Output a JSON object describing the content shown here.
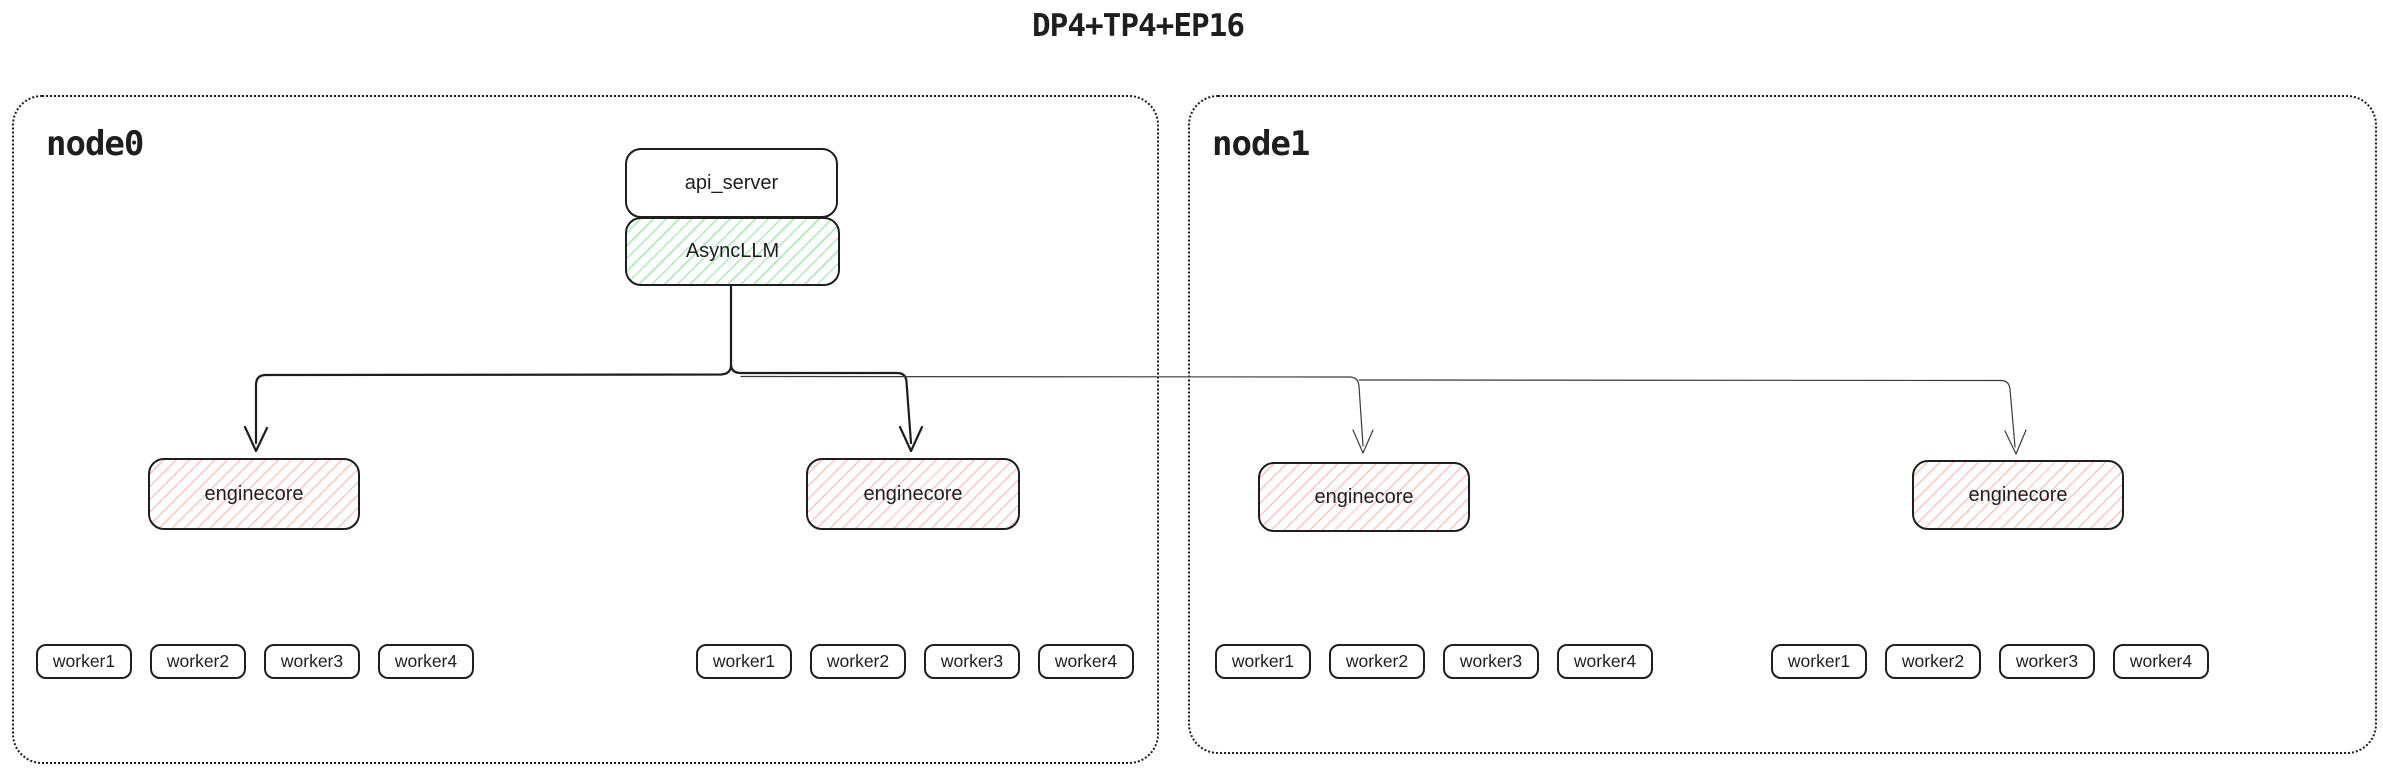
{
  "title": "DP4+TP4+EP16",
  "colors": {
    "ink": "#1e1e1e",
    "green_hatch": "#69db7c",
    "red_hatch": "#ff7a7a"
  },
  "nodes": {
    "node0": {
      "label": "node0"
    },
    "node1": {
      "label": "node1"
    }
  },
  "blocks": {
    "api_server": {
      "label": "api_server"
    },
    "async_llm": {
      "label": "AsyncLLM"
    }
  },
  "enginecores": [
    {
      "label": "enginecore",
      "node": "node0"
    },
    {
      "label": "enginecore",
      "node": "node0"
    },
    {
      "label": "enginecore",
      "node": "node1"
    },
    {
      "label": "enginecore",
      "node": "node1"
    }
  ],
  "worker_groups": [
    {
      "node": "node0",
      "items": [
        "worker1",
        "worker2",
        "worker3",
        "worker4"
      ]
    },
    {
      "node": "node0",
      "items": [
        "worker1",
        "worker2",
        "worker3",
        "worker4"
      ]
    },
    {
      "node": "node1",
      "items": [
        "worker1",
        "worker2",
        "worker3",
        "worker4"
      ]
    },
    {
      "node": "node1",
      "items": [
        "worker1",
        "worker2",
        "worker3",
        "worker4"
      ]
    }
  ]
}
